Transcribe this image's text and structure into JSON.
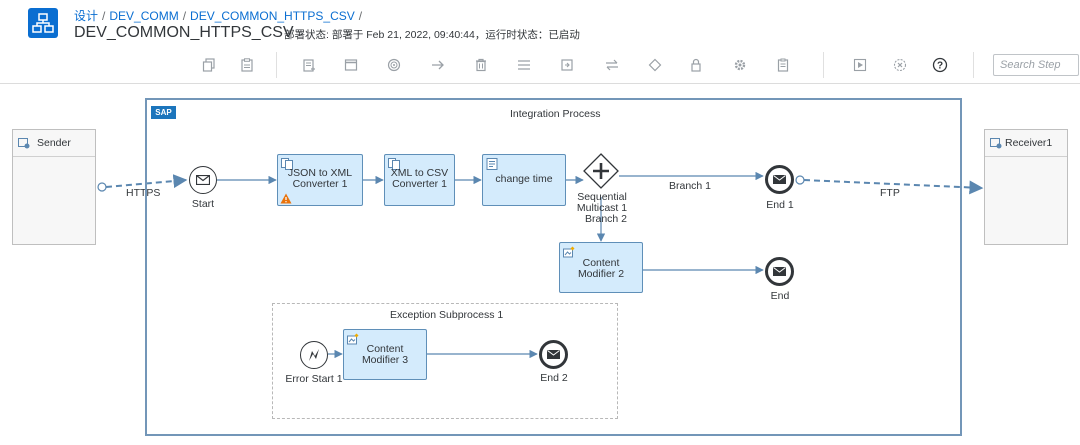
{
  "header": {
    "breadcrumb": [
      "设计",
      "DEV_COMM",
      "DEV_COMMON_HTTPS_CSV"
    ],
    "title": "DEV_COMMON_HTTPS_CSV",
    "deploy_status": "部署状态: 部署于 Feb 21, 2022, 09:40:44，运行时状态：已启动"
  },
  "toolbar": {
    "icons": [
      "copy-icon",
      "paste-icon",
      "add-note-icon",
      "window-icon",
      "target-icon",
      "arrow-right-icon",
      "delete-icon",
      "menu-lines-icon",
      "export-icon",
      "swap-icon",
      "diamond-icon",
      "lock-icon",
      "gear-icon",
      "clipboard-icon",
      "play-icon",
      "cancel-icon",
      "help-icon"
    ],
    "search_placeholder": "Search Step"
  },
  "canvas": {
    "integration_process": {
      "title": "Integration Process",
      "logo": "SAP"
    },
    "sender": "Sender",
    "receiver": "Receiver1",
    "https_label": "HTTPS",
    "ftp_label": "FTP",
    "start": "Start",
    "steps": {
      "json_to_xml": [
        "JSON to XML",
        "Converter 1"
      ],
      "xml_to_csv": [
        "XML to CSV",
        "Converter 1"
      ],
      "change_time": "change time",
      "multicast": [
        "Sequential",
        "Multicast 1"
      ],
      "content_modifier_2": [
        "Content",
        "Modifier 2"
      ],
      "content_modifier_3": [
        "Content",
        "Modifier 3"
      ]
    },
    "branch1": "Branch 1",
    "branch2": "Branch 2",
    "end1": "End 1",
    "end": "End",
    "exception_subprocess": "Exception Subprocess 1",
    "error_start": "Error Start 1",
    "end2": "End 2"
  },
  "colors": {
    "accent": "#0a6ed1",
    "task_fill": "#d4ebfc",
    "process_border": "#7396b8",
    "warning": "#e9730c"
  }
}
